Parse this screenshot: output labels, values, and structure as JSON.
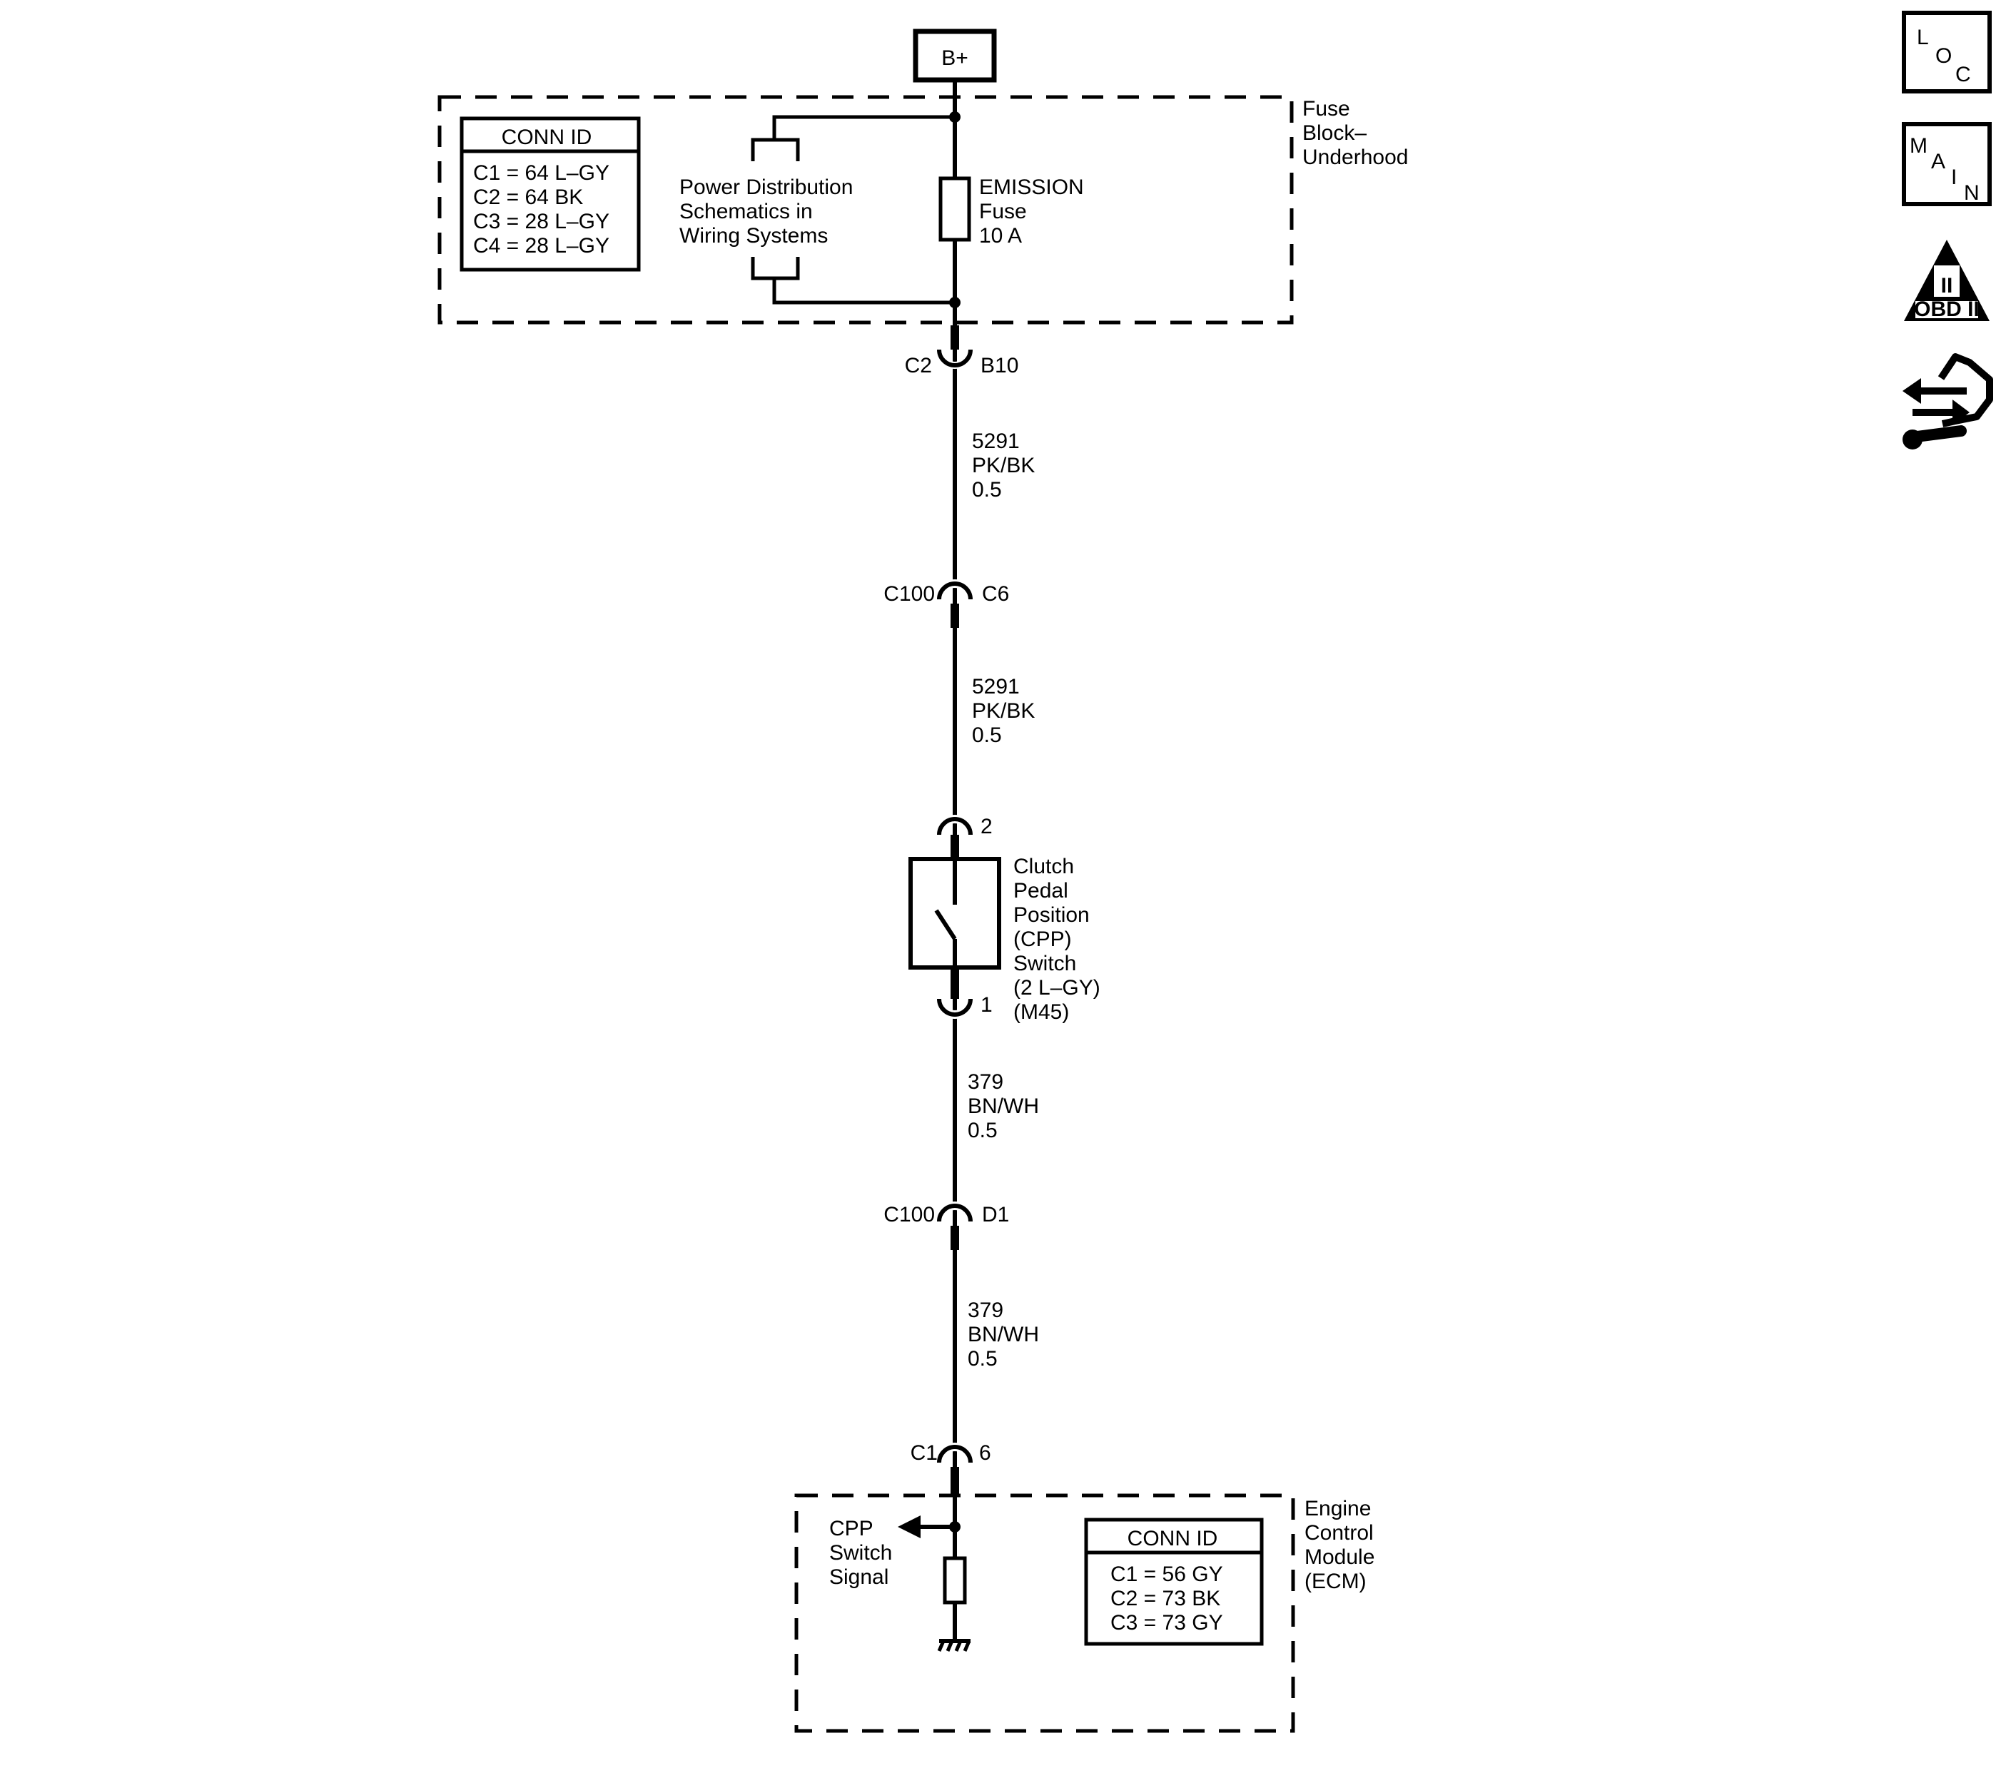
{
  "power_source": {
    "label": "B+"
  },
  "fuse_block": {
    "name_lines": [
      "Fuse",
      "Block–",
      "Underhood"
    ],
    "conn_id": {
      "title": "CONN ID",
      "rows": [
        "C1 = 64 L–GY",
        "C2 = 64 BK",
        "C3 = 28 L–GY",
        "C4 = 28 L–GY"
      ]
    },
    "power_distribution_lines": [
      "Power Distribution",
      "Schematics in",
      "Wiring Systems"
    ],
    "fuse_lines": [
      "EMISSION",
      "Fuse",
      "10 A"
    ]
  },
  "connectors": {
    "c2_b10": {
      "left": "C2",
      "right": "B10"
    },
    "c100_c6": {
      "left": "C100",
      "right": "C6"
    },
    "cpp_pin2": {
      "right": "2"
    },
    "cpp_pin1": {
      "right": "1"
    },
    "c100_d1": {
      "left": "C100",
      "right": "D1"
    },
    "c1_6": {
      "left": "C1",
      "right": "6"
    }
  },
  "wires": {
    "w1": [
      "5291",
      "PK/BK",
      "0.5"
    ],
    "w2": [
      "5291",
      "PK/BK",
      "0.5"
    ],
    "w3": [
      "379",
      "BN/WH",
      "0.5"
    ],
    "w4": [
      "379",
      "BN/WH",
      "0.5"
    ]
  },
  "cpp_switch": {
    "lines": [
      "Clutch",
      "Pedal",
      "Position",
      "(CPP)",
      "Switch",
      "(2 L–GY)",
      "(M45)"
    ]
  },
  "ecm": {
    "name_lines": [
      "Engine",
      "Control",
      "Module",
      "(ECM)"
    ],
    "signal_lines": [
      "CPP",
      "Switch",
      "Signal"
    ],
    "conn_id": {
      "title": "CONN ID",
      "rows": [
        "C1 = 56 GY",
        "C2 = 73 BK",
        "C3 = 73 GY"
      ]
    }
  },
  "side_icons": {
    "loc": {
      "letters": [
        "L",
        "O",
        "C"
      ]
    },
    "main": {
      "letters": [
        "M",
        "A",
        "I",
        "N"
      ]
    },
    "obd": {
      "numeral": "II",
      "caption": "OBD II"
    }
  },
  "icon_names": [
    "loc-icon",
    "main-icon",
    "obd-ii-icon",
    "hand-arrows-icon",
    "ground-icon"
  ],
  "colors": {
    "ink": "#000000",
    "background": "#ffffff"
  }
}
